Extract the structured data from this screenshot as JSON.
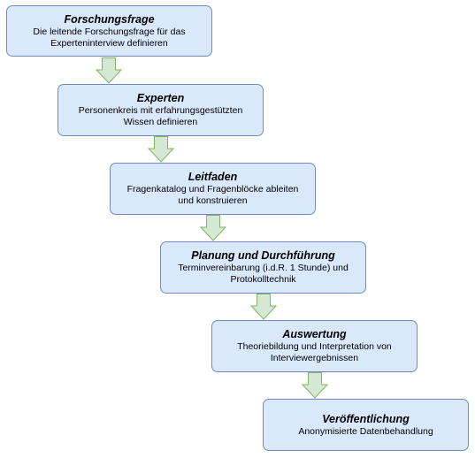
{
  "colors": {
    "box_fill": "#dae8fc",
    "box_border": "#6c8ebf",
    "arrow_fill": "#d5e8d4",
    "arrow_border": "#82b366"
  },
  "steps": [
    {
      "title": "Forschungsfrage",
      "desc_line1": "Die leitende Forschungsfrage für das",
      "desc_line2": "Experteninterview definieren"
    },
    {
      "title": "Experten",
      "desc_line1": "Personenkreis mit erfahrungsgestützten",
      "desc_line2": "Wissen definieren"
    },
    {
      "title": "Leitfaden",
      "desc_line1": "Fragenkatalog und Fragenblöcke ableiten",
      "desc_line2": "und konstruieren"
    },
    {
      "title": "Planung und Durchführung",
      "desc_line1": "Terminvereinbarung (i.d.R. 1 Stunde) und",
      "desc_line2": "Protokolltechnik"
    },
    {
      "title": "Auswertung",
      "desc_line1": "Theoriebildung und Interpretation von",
      "desc_line2": "Interviewergebnissen"
    },
    {
      "title": "Veröffentlichung",
      "desc_line1": "Anonymisierte Datenbehandlung",
      "desc_line2": ""
    }
  ]
}
